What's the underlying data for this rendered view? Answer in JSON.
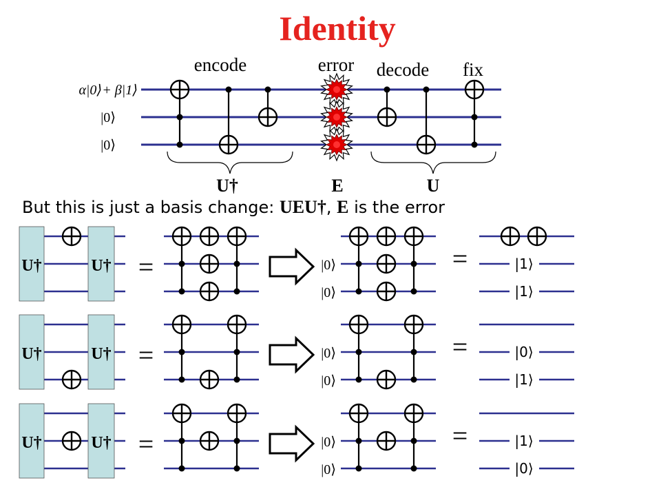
{
  "title": "Identity",
  "stage_labels": {
    "encode": "encode",
    "error": "error",
    "decode": "decode",
    "fix": "fix"
  },
  "input_states": {
    "q0": "α|0⟩+ β|1⟩",
    "q1": "|0⟩",
    "q2": "|0⟩"
  },
  "brace_labels": {
    "left": "U†",
    "middle": "E",
    "right": "U"
  },
  "caption": {
    "text": "But this is just a basis change: ",
    "formula": "UEU†",
    "sep": ", ",
    "e": "E",
    "rest": " is the error"
  },
  "block_label": "U†",
  "equals": "=",
  "ket_zero": "|0⟩",
  "rows": [
    {
      "out1": "|1⟩",
      "out2": "|1⟩"
    },
    {
      "out1": "|0⟩",
      "out2": "|1⟩"
    },
    {
      "out1": "|1⟩",
      "out2": "|0⟩"
    }
  ],
  "colors": {
    "title": "#e5231f",
    "wire": "#2b2f8f",
    "block_fill": "#bfe0e2",
    "ink": "#000000",
    "burst_fill": "#e00000"
  }
}
